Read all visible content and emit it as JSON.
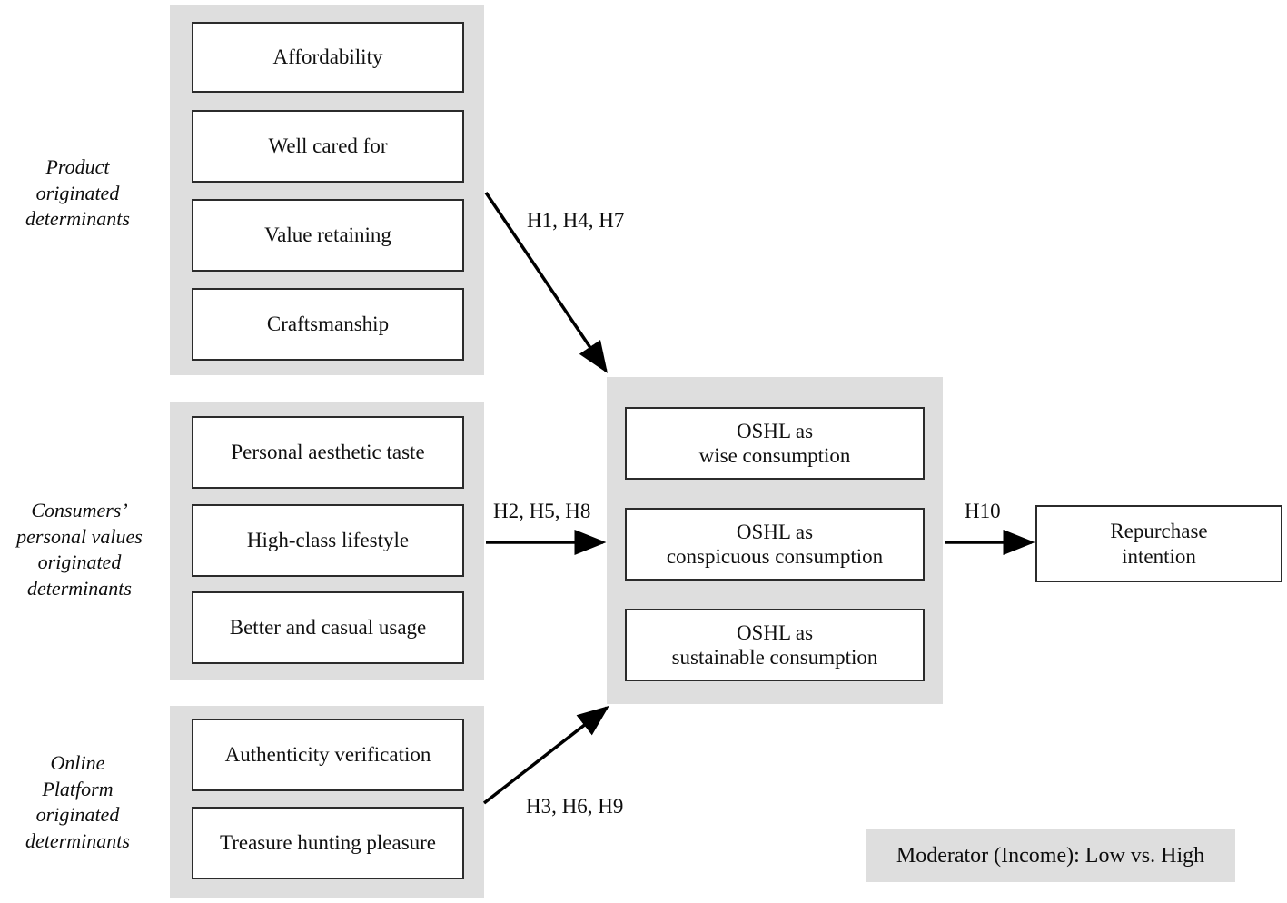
{
  "figure": {
    "type": "conceptual-framework-diagram",
    "background_color": "#ffffff",
    "panel_color": "#dedede",
    "box_border_color": "#2b2b2b"
  },
  "groups": [
    {
      "caption": "Product\noriginated\ndeterminants",
      "nodes": [
        {
          "label": "Affordability"
        },
        {
          "label": "Well cared for"
        },
        {
          "label": "Value retaining"
        },
        {
          "label": "Craftsmanship"
        }
      ]
    },
    {
      "caption": "Consumers’\npersonal values\noriginated\ndeterminants",
      "nodes": [
        {
          "label": "Personal aesthetic taste"
        },
        {
          "label": "High-class lifestyle"
        },
        {
          "label": "Better and casual usage"
        }
      ]
    },
    {
      "caption": "Online\nPlatform\noriginated\ndeterminants",
      "nodes": [
        {
          "label": "Authenticity verification"
        },
        {
          "label": "Treasure hunting pleasure"
        }
      ]
    }
  ],
  "mediator_group": {
    "nodes": [
      {
        "label": "OSHL as\nwise consumption"
      },
      {
        "label": "OSHL as\nconspicuous consumption"
      },
      {
        "label": "OSHL as\nsustainable consumption"
      }
    ]
  },
  "outcome": {
    "label": "Repurchase\nintention"
  },
  "moderator": {
    "label": "Moderator (Income): Low vs. High"
  },
  "hypotheses": [
    {
      "id": "h1-h4-h7",
      "label": "H1, H4, H7"
    },
    {
      "id": "h2-h5-h8",
      "label": "H2, H5, H8"
    },
    {
      "id": "h3-h6-h9",
      "label": "H3, H6, H9"
    },
    {
      "id": "h10",
      "label": "H10"
    }
  ]
}
